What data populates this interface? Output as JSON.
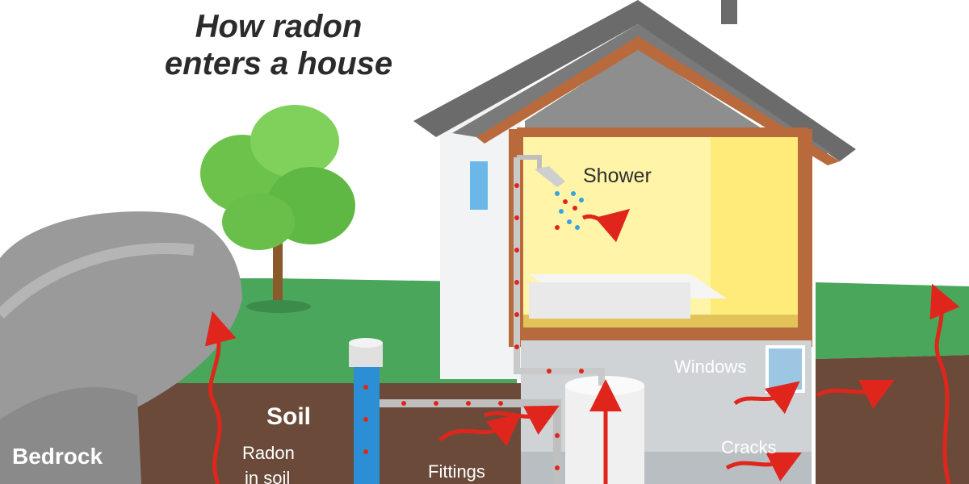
{
  "title": {
    "line1": "How radon",
    "line2": "enters a house"
  },
  "labels": {
    "shower": "Shower",
    "windows": "Windows",
    "cracks": "Cracks",
    "soil": "Soil",
    "radon_in_soil_1": "Radon",
    "radon_in_soil_2": "in soil",
    "bedrock": "Bedrock",
    "fittings": "Fittings"
  },
  "colors": {
    "grass": "#4aa65a",
    "soil": "#6b4a3a",
    "bedrock": "#9a9a9a",
    "roof": "#6b6b6b",
    "house_wall": "#e9ecef",
    "room": "#fff4a8",
    "wood_trim": "#b86a3c",
    "basement": "#cfd3d6",
    "radon_arrow": "#e0261c",
    "well_pipe": "#2c8fd6",
    "tree_leaves": "#6cc24a"
  }
}
